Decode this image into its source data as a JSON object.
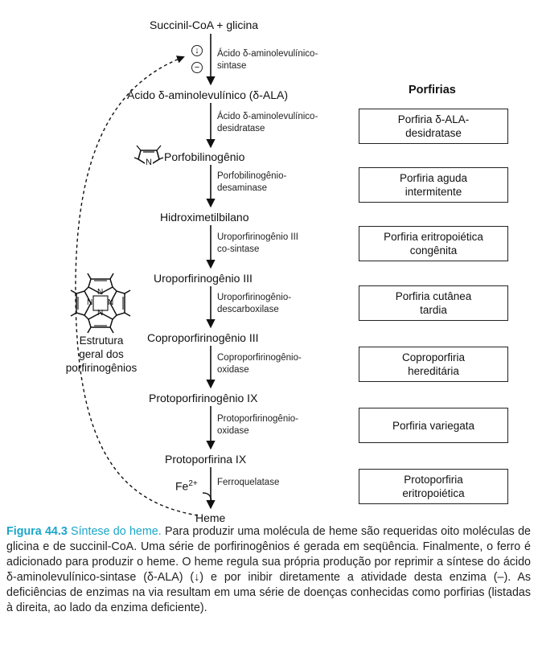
{
  "steps": [
    {
      "metabolite": "Succinil-CoA + glicina",
      "enzyme": "Ácido δ-aminolevulínico-\nsintase",
      "disease": ""
    },
    {
      "metabolite": "Ácido δ-aminolevulínico (δ-ALA)",
      "enzyme": "Ácido δ-aminolevulínico-\ndesidratase",
      "disease": "Porfiria δ-ALA-\ndesidratase"
    },
    {
      "metabolite": "Porfobilinogênio",
      "enzyme": "Porfobilinogênio-\ndesaminase",
      "disease": "Porfiria aguda\nintermitente"
    },
    {
      "metabolite": "Hidroximetilbilano",
      "enzyme": "Uroporfirinogênio III\nco-sintase",
      "disease": "Porfiria eritropoiética\ncongênita"
    },
    {
      "metabolite": "Uroporfirinogênio III",
      "enzyme": "Uroporfirinogênio-\ndescarboxilase",
      "disease": "Porfiria cutânea\ntardia"
    },
    {
      "metabolite": "Coproporfirinogênio III",
      "enzyme": "Coproporfirinogênio-\noxidase",
      "disease": "Coproporfiria\nhereditária"
    },
    {
      "metabolite": "Protoporfirinogênio IX",
      "enzyme": "Protoporfirinogênio-\noxidase",
      "disease": "Porfiria variegata"
    },
    {
      "metabolite": "Protoporfirina IX",
      "enzyme": "Ferroquelatase",
      "disease": "Protoporfiria\neritropoiética"
    },
    {
      "metabolite": "Heme",
      "enzyme": "",
      "disease": ""
    }
  ],
  "porphyrias_header": "Porfirias",
  "iron_label": "Fe",
  "iron_charge": "2+",
  "control_symbols": {
    "repress": "↓",
    "inhibit": "−"
  },
  "structure_label": "Estrutura\ngeral dos\nporfirinogênios",
  "structure_atom": "N",
  "caption": {
    "label": "Figura 44.3",
    "title": "Síntese do heme.",
    "text": "Para produzir uma molécula de heme são requeridas oito moléculas de glicina e de succinil-CoA. Uma série de porfirinogênios é gerada em seqüência. Finalmente, o ferro é adicionado para produzir o heme. O heme regula sua própria produção por reprimir a síntese do ácido δ-aminolevulínico-sintase (δ-ALA) (↓) e por inibir diretamente a atividade desta enzima (–). As deficiências de enzimas na via resultam em uma série de doenças conhecidas como porfirias (listadas à direita, ao lado da enzima deficiente)."
  }
}
